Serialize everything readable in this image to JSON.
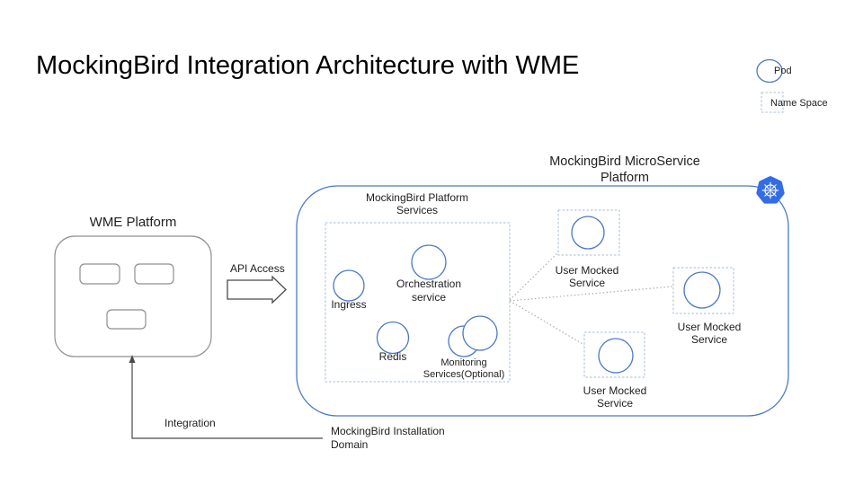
{
  "slide": {
    "title": "MockingBird Integration Architecture with WME"
  },
  "legend": {
    "pod": "Pod",
    "namespace": "Name Space"
  },
  "wme_platform": {
    "label": "WME Platform"
  },
  "connectors": {
    "api_access": "API Access",
    "integration": "Integration",
    "installation_domain": "MockingBird Installation Domain"
  },
  "microservice_platform": {
    "title": "MockingBird MicroService Platform",
    "platform_services": {
      "label": "MockingBird Platform Services",
      "services": [
        {
          "name": "ingress",
          "label": "Ingress"
        },
        {
          "name": "orchestration",
          "label": "Orchestration service"
        },
        {
          "name": "redis",
          "label": "Redis"
        },
        {
          "name": "monitoring",
          "label": "Monitoring Services(Optional)"
        }
      ]
    },
    "mocked_services": [
      {
        "label": "User Mocked Service"
      },
      {
        "label": "User Mocked Service"
      },
      {
        "label": "User Mocked Service"
      }
    ]
  },
  "colors": {
    "pod_stroke": "#4a79c4",
    "namespace_dash": "#a6bdd9",
    "kubernetes_blue": "#326de6",
    "gray_shape": "#8f8f8f",
    "line_dark": "#4a4a4a",
    "line_dotted": "#adadad",
    "text": "#212121"
  }
}
